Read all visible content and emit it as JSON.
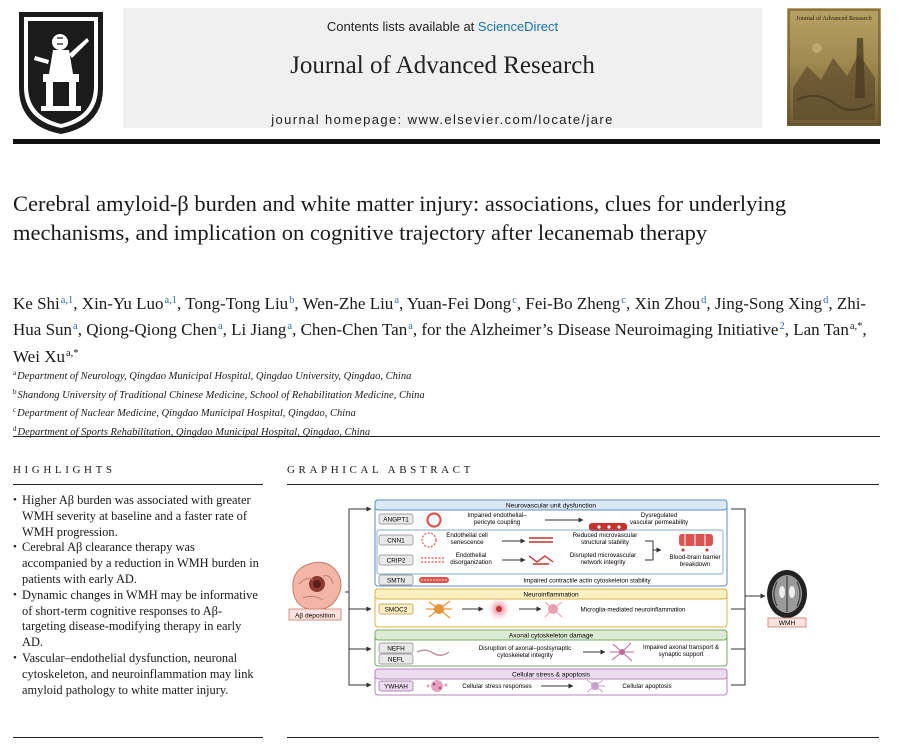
{
  "masthead": {
    "contents_prefix": "Contents lists available at",
    "sciencedirect": "ScienceDirect",
    "journal_name": "Journal of Advanced Research",
    "homepage": "journal homepage: www.elsevier.com/locate/jare",
    "cover_title": "Journal of Advanced Research"
  },
  "article": {
    "title": "Cerebral amyloid-β burden and white matter injury: associations, clues for underlying mechanisms, and implication on cognitive trajectory after lecanemab therapy",
    "authors": [
      {
        "name": "Ke Shi",
        "marks": "a,1"
      },
      {
        "name": "Xin-Yu Luo",
        "marks": "a,1"
      },
      {
        "name": "Tong-Tong Liu",
        "marks": "b"
      },
      {
        "name": "Wen-Zhe Liu",
        "marks": "a"
      },
      {
        "name": "Yuan-Fei Dong",
        "marks": "c"
      },
      {
        "name": "Fei-Bo Zheng",
        "marks": "c"
      },
      {
        "name": "Xin Zhou",
        "marks": "d"
      },
      {
        "name": "Jing-Song Xing",
        "marks": "d"
      },
      {
        "name": "Zhi-Hua Sun",
        "marks": "a"
      },
      {
        "name": "Qiong-Qiong Chen",
        "marks": "a"
      },
      {
        "name": "Li Jiang",
        "marks": "a"
      },
      {
        "name": "Chen-Chen Tan",
        "marks": "a"
      },
      {
        "name": "for the Alzheimer’s Disease Neuroimaging Initiative",
        "marks": "2"
      },
      {
        "name": "Lan Tan",
        "marks": "a,*"
      },
      {
        "name": "Wei Xu",
        "marks": "a,*"
      }
    ],
    "affiliations": [
      {
        "key": "a",
        "text": "Department of Neurology, Qingdao Municipal Hospital, Qingdao University, Qingdao, China"
      },
      {
        "key": "b",
        "text": "Shandong University of Traditional Chinese Medicine, School of Rehabilitation Medicine, China"
      },
      {
        "key": "c",
        "text": "Department of Nuclear Medicine, Qingdao Municipal Hospital, Qingdao, China"
      },
      {
        "key": "d",
        "text": "Department of Sports Rehabilitation, Qingdao Municipal Hospital, Qingdao, China"
      }
    ]
  },
  "highlights": {
    "heading": "HIGHLIGHTS",
    "items": [
      "Higher Aβ burden was associated with greater WMH severity at baseline and a faster rate of WMH progression.",
      "Cerebral Aβ clearance therapy was accompanied by a reduction in WMH burden in patients with early AD.",
      "Dynamic changes in WMH may be informative of short-term cognitive responses to Aβ-targeting disease-modifying therapy in early AD.",
      "Vascular–endothelial dysfunction, neuronal cytoskeleton, and neuroinflammation may link amyloid pathology to white matter injury."
    ]
  },
  "graphical_abstract": {
    "heading": "GRAPHICAL ABSTRACT",
    "left_label": "Aβ deposition",
    "right_label": "WMH",
    "sections": {
      "nvu": "Neurovascular unit dysfunction",
      "neuroinflammation": "Neuroinflammation",
      "axonal": "Axonal cytoskeleton damage",
      "stress": "Cellular stress & apoptosis"
    },
    "genes": {
      "angpt1": "ANGPT1",
      "cnn1": "CNN1",
      "crip2": "CRIP2",
      "smtn": "SMTN",
      "smoc2": "SMOC2",
      "nefh": "NEFH",
      "nefl": "NEFL",
      "ywhah": "YWHAH"
    },
    "labels": {
      "endo_peri_1": "Impaired endothelial–",
      "endo_peri_2": "pericyte coupling",
      "dysreg_1": "Dysregulated",
      "dysreg_2": "vascular permeability",
      "senescence_1": "Endothelial cell",
      "senescence_2": "senescence",
      "reduced_1": "Reduced microvascular",
      "reduced_2": "structural stability",
      "bbb_1": "Blood-brain barrier",
      "bbb_2": "breakdown",
      "disorg_1": "Endothelial",
      "disorg_2": "disorganization",
      "disrupted_1": "Disrupted microvascular",
      "disrupted_2": "network integrity",
      "actin": "Impaired contractile actin cytoskeleton stability",
      "microglia": "Microglia-mediated neuroinflammation",
      "axo_1": "Disruption of axonal–postsynaptic",
      "axo_2": "cytoskeletal integrity",
      "transport_1": "Impaired axonal transport &",
      "transport_2": "synaptic support",
      "stress_resp": "Cellular stress responses",
      "apoptosis": "Cellular apoptosis"
    },
    "colors": {
      "nvu_border": "#5b8fc4",
      "nvu_header": "#dbe8f5",
      "neuro_border": "#d9b44a",
      "neuro_header": "#fbefc4",
      "axonal_border": "#7aa86a",
      "axonal_header": "#dcebd3",
      "stress_border": "#b58ab8",
      "stress_header": "#ecdcef"
    }
  }
}
